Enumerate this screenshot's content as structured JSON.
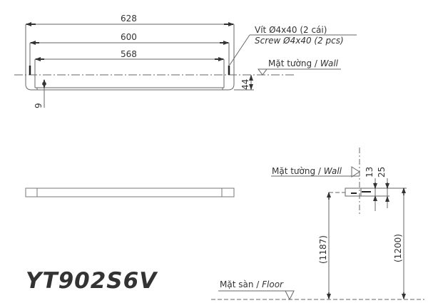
{
  "model_code": "YT902S6V",
  "top_view": {
    "dimensions": {
      "overall_length": "628",
      "mounting_width": "600",
      "inner_length": "568",
      "projection_depth": "44",
      "bar_offset": "9"
    },
    "screw_label_vi": "Vít Ø4x40 (2 cái)",
    "screw_label_en": "Screw Ø4x40 (2 pcs)",
    "wall_label_vi": "Mặt tường / ",
    "wall_label_en": "Wall"
  },
  "side_view": {
    "wall_label_vi": "Mặt tường / ",
    "wall_label_en": "Wall",
    "floor_label_vi": "Mặt sàn / ",
    "floor_label_en": "Floor",
    "dimensions": {
      "bar_center_offset": "13",
      "bracket_depth": "25",
      "height_to_bar": "(1187)",
      "height_to_top": "(1200)"
    }
  },
  "colors": {
    "line": "#555555",
    "text": "#333333",
    "background": "#ffffff"
  }
}
